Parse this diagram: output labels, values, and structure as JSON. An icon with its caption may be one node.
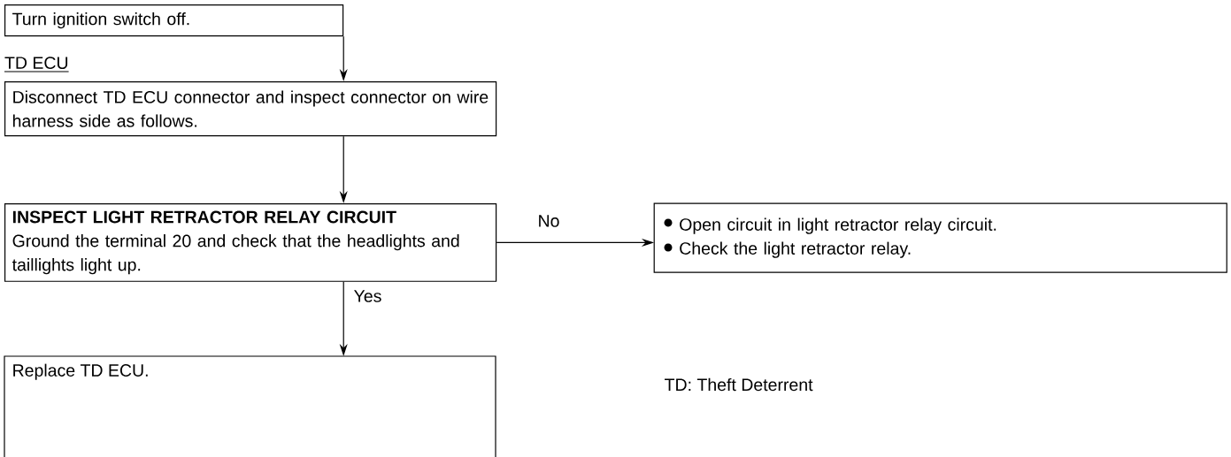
{
  "diagram": {
    "nodes": [
      {
        "text": [
          "Turn ignition switch off."
        ]
      },
      {
        "text": [
          "TD ECU",
          "Disconnect TD ECU connector and inspect connector on wire harness side as follows."
        ]
      },
      {
        "text": [
          "INSPECT LIGHT RETRACTOR RELAY CIRCUIT",
          "Ground the terminal 20 and check that the headlights and taillights light up."
        ]
      },
      {
        "text": [
          "Open circuit in light retractor relay circuit.",
          "Check the light retractor relay."
        ]
      },
      {
        "text": [
          "Replace TD ECU."
        ]
      }
    ],
    "edges": [
      {
        "from": 0,
        "to": 1,
        "arrow": "to"
      },
      {
        "from": 1,
        "to": 2,
        "arrow": "to"
      },
      {
        "from": 2,
        "to": 3,
        "arrow": "to",
        "label": "No"
      },
      {
        "from": 2,
        "to": 4,
        "arrow": "to",
        "label": "Yes"
      }
    ],
    "labels": [
      "TD: Theft Deterrent"
    ]
  }
}
